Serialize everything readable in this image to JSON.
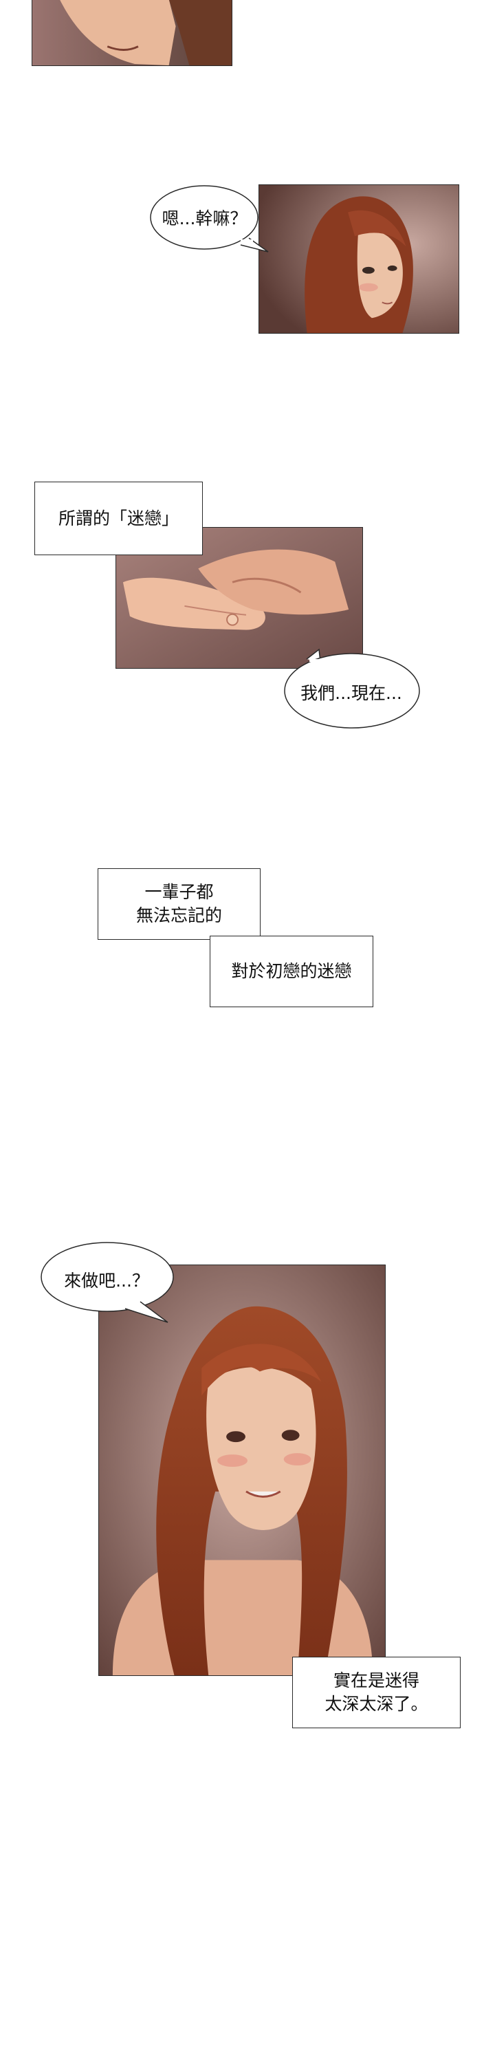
{
  "dialogue": {
    "bubble_1": "嗯...幹嘛？",
    "caption_1": "所謂的「迷戀」",
    "bubble_2": "我們...現在...",
    "caption_2": "一輩子都\n無法忘記的",
    "caption_3": "對於初戀的迷戀",
    "bubble_3": "來做吧...？",
    "caption_4": "實在是迷得\n太深太深了。"
  },
  "panels": {
    "panel_1": "cropped-face-panel",
    "panel_2": "woman-blushing-panel",
    "panel_3": "holding-hands-panel",
    "panel_4": "woman-smiling-panel"
  },
  "colors": {
    "hair": "#8a3a20",
    "skin": "#e8b89a",
    "background_dark": "#5a3a34",
    "background_light": "#b08a80"
  }
}
